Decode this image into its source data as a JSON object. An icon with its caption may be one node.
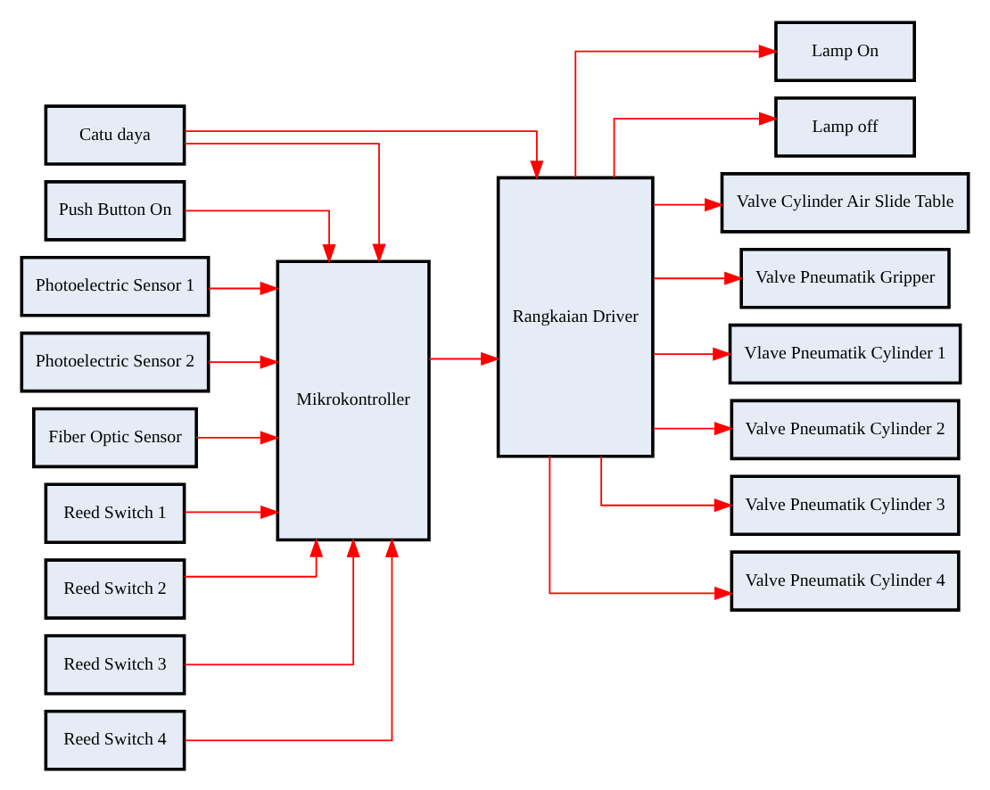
{
  "diagram": {
    "nodes": [
      {
        "text": [
          "Push Button On"
        ]
      },
      {
        "text": [
          "Photoelectric Sensor 1"
        ]
      },
      {
        "text": [
          "Photoelectric Sensor 2"
        ]
      },
      {
        "text": [
          "Fiber Optic Sensor"
        ]
      },
      {
        "text": [
          "Reed Switch 1"
        ]
      },
      {
        "text": [
          "Reed Switch 2"
        ]
      },
      {
        "text": [
          "Reed Switch 3"
        ]
      },
      {
        "text": [
          "Reed Switch 4"
        ]
      },
      {
        "text": [
          "Mikrokontroller"
        ]
      },
      {
        "text": [
          "Rangkaian Driver"
        ]
      },
      {
        "text": [
          "Lamp On"
        ]
      },
      {
        "text": [
          "Lamp off"
        ]
      },
      {
        "text": [
          "Valve Cylinder Air Slide Table"
        ]
      },
      {
        "text": [
          "Valve Pneumatik Gripper"
        ]
      },
      {
        "text": [
          "Vlave Pneumatik Cylinder 1"
        ]
      },
      {
        "text": [
          "Valve Pneumatik Cylinder 2"
        ]
      },
      {
        "text": [
          "Valve Pneumatik Cylinder 3"
        ]
      },
      {
        "text": [
          "Valve Pneumatik Cylinder 4"
        ]
      },
      {
        "text": [
          "Catu daya"
        ]
      }
    ],
    "edges": [
      {
        "from": 0,
        "to": 8,
        "arrow": "to"
      },
      {
        "from": 1,
        "to": 8,
        "arrow": "to"
      },
      {
        "from": 2,
        "to": 8,
        "arrow": "to"
      },
      {
        "from": 3,
        "to": 8,
        "arrow": "to"
      },
      {
        "from": 4,
        "to": 8,
        "arrow": "to"
      },
      {
        "from": 5,
        "to": 8,
        "arrow": "to"
      },
      {
        "from": 6,
        "to": 8,
        "arrow": "to"
      },
      {
        "from": 7,
        "to": 8,
        "arrow": "to"
      },
      {
        "from": 8,
        "to": 9,
        "arrow": "to"
      },
      {
        "from": 9,
        "to": 10,
        "arrow": "to"
      },
      {
        "from": 9,
        "to": 11,
        "arrow": "to"
      },
      {
        "from": 9,
        "to": 12,
        "arrow": "to"
      },
      {
        "from": 9,
        "to": 13,
        "arrow": "to"
      },
      {
        "from": 9,
        "to": 14,
        "arrow": "to"
      },
      {
        "from": 9,
        "to": 15,
        "arrow": "to"
      },
      {
        "from": 9,
        "to": 16,
        "arrow": "to"
      },
      {
        "from": 9,
        "to": 17,
        "arrow": "to"
      },
      {
        "from": 18,
        "to": 8,
        "arrow": "to"
      },
      {
        "from": 18,
        "to": 9,
        "arrow": "to"
      }
    ]
  }
}
